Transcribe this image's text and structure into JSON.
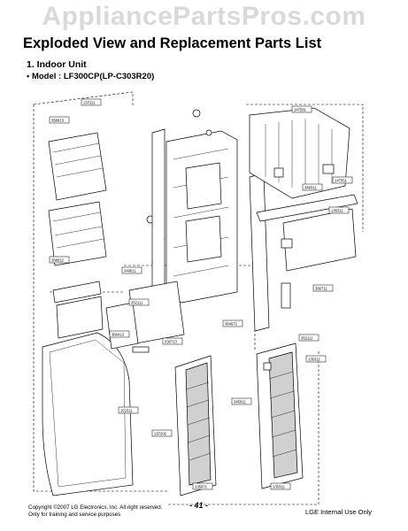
{
  "watermark": "AppliancePartsPros.com",
  "header": {
    "title": "Exploded View and Replacement Parts List",
    "section": "1. Indoor Unit",
    "model": "• Model : LF300CP(LP-C303R20)"
  },
  "callouts": [
    "137211",
    "147581",
    "358813",
    "358812",
    "349311",
    "135311",
    "352111",
    "366413",
    "349811",
    "330713",
    "366711",
    "364972",
    "345911",
    "152311",
    "135311",
    "147551",
    "135971",
    "137202",
    "352111",
    "135311"
  ],
  "footer": {
    "copyright": "Copyright ©2007 LG Electronics. Inc. All right reserved.",
    "note": "Only for training and service purposes",
    "page": "- 41 -",
    "right": "LGE Internal Use Only"
  }
}
